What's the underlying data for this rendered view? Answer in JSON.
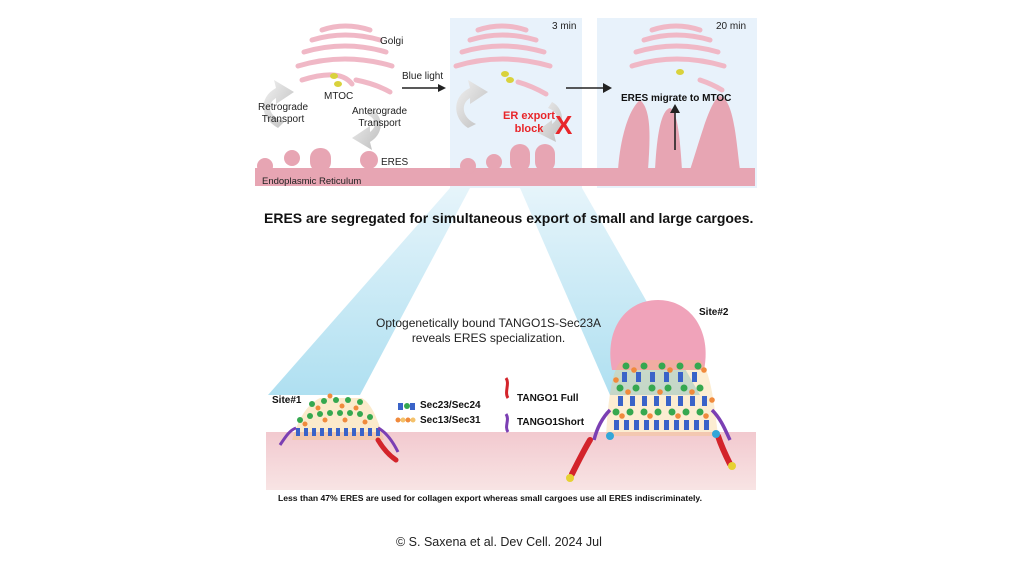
{
  "top_panel": {
    "golgi": "Golgi",
    "mtoc": "MTOC",
    "retrograde": "Retrograde\nTransport",
    "anterograde": "Anterograde\nTransport",
    "eres": "ERES",
    "er": "Endoplasmic Reticulum",
    "blue_light": "Blue light",
    "time_3": "3 min",
    "time_20": "20 min",
    "er_export_block": "ER export\nblock",
    "eres_migrate": "ERES migrate to MTOC",
    "block_mark": "X"
  },
  "headline": "ERES are segregated for simultaneous export of small and large cargoes.",
  "bottom_panel": {
    "caption": "Optogenetically bound TANGO1S-Sec23A\nreveals ERES specialization.",
    "site1": "Site#1",
    "site2": "Site#2",
    "legend_sec23": "Sec23/Sec24",
    "legend_sec13": "Sec13/Sec31",
    "legend_tango_full": "TANGO1 Full",
    "legend_tango_short": "TANGO1Short",
    "footnote": "Less than 47% ERES are used for collagen export whereas small cargoes use all ERES indiscriminately."
  },
  "credit": "© S. Saxena et al. Dev Cell. 2024 Jul",
  "colors": {
    "er_pink": "#e7a5b3",
    "golgi_pink": "#f0b8c6",
    "panel_blue": "#e8f2fb",
    "beam_blue": "#c9e9f5",
    "membrane": "#f3d3d6",
    "red": "#e8262a"
  }
}
